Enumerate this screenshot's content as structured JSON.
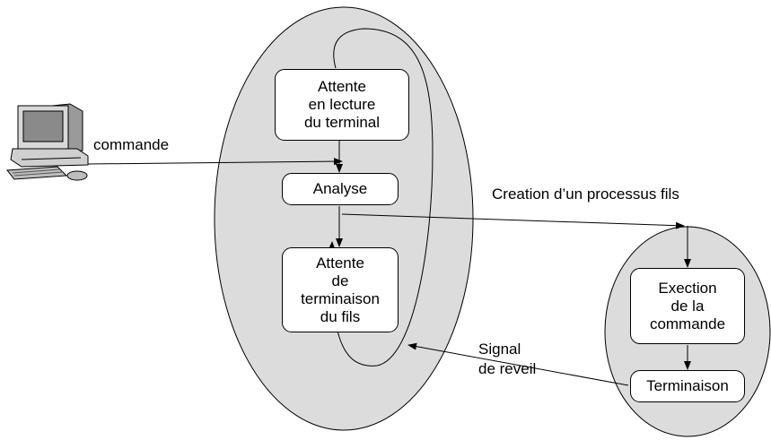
{
  "diagram": {
    "colors": {
      "ellipse_fill": "#dcdcdc",
      "stroke": "#000000",
      "box_fill": "#ffffff"
    },
    "icons": [
      "computer-icon",
      "keyboard-icon",
      "mouse-icon"
    ],
    "labels": {
      "commande": "commande",
      "creation": "Creation d’un processus fils",
      "signal": "Signal\nde reveil"
    },
    "parent_process": {
      "box_attente_lecture": "Attente\nen lecture\ndu  terminal",
      "box_analyse": "Analyse",
      "box_attente_terminaison": "Attente\nde\nterminaison\ndu fils"
    },
    "child_process": {
      "box_execution": "Exection\nde la\ncommande",
      "box_terminaison": "Terminaison"
    }
  }
}
